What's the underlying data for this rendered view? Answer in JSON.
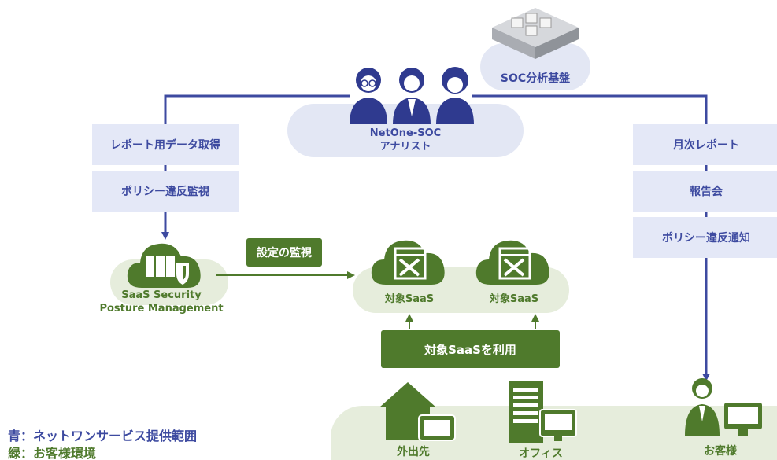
{
  "colors": {
    "blue": "#3d4aa0",
    "green": "#4f7a2c",
    "blue_light": "#e4e8f7",
    "green_light": "#e6eddc"
  },
  "soc_platform": {
    "label": "SOC分析基盤",
    "icon": "server-appliance-icon"
  },
  "analyst": {
    "name": "NetOne-SOC",
    "role": "アナリスト",
    "icon": "people-group-icon"
  },
  "left_steps": [
    "レポート用データ取得",
    "ポリシー違反監視"
  ],
  "right_steps": [
    "月次レポート",
    "報告会",
    "ポリシー違反通知"
  ],
  "sspm": {
    "line1": "SaaS Security",
    "line2": "Posture Management",
    "icon": "cloud-server-shield-icon"
  },
  "monitor_label": "設定の監視",
  "saas": [
    {
      "label": "対象SaaS",
      "icon": "cloud-tools-window-icon"
    },
    {
      "label": "対象SaaS",
      "icon": "cloud-tools-window-icon"
    }
  ],
  "use_saas_label": "対象SaaSを利用",
  "locations": [
    {
      "label": "外出先",
      "icon": "house-tablet-icon"
    },
    {
      "label": "オフィス",
      "icon": "building-monitor-icon"
    },
    {
      "label": "お客様",
      "icon": "person-monitor-icon"
    }
  ],
  "legend": {
    "blue": "青：ネットワンサービス提供範囲",
    "green": "緑：お客様環境"
  }
}
